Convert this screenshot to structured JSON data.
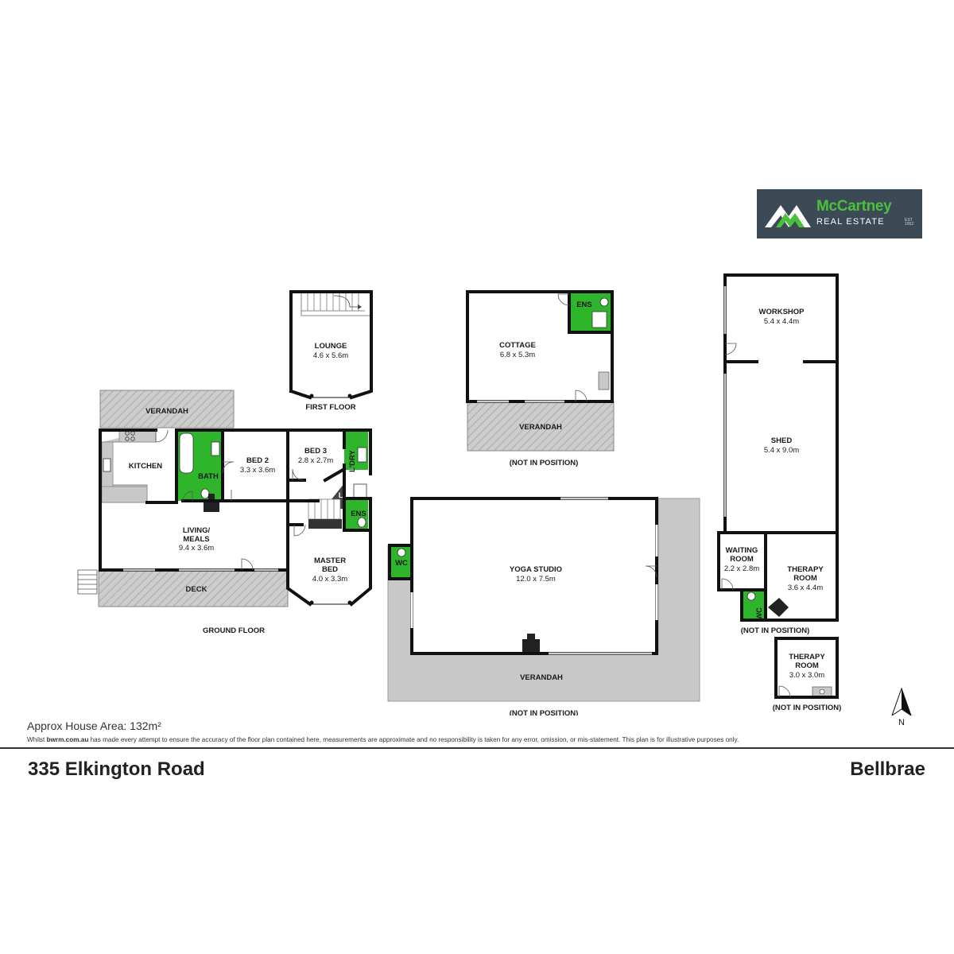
{
  "logo": {
    "brand": "McCartney",
    "sub": "REAL ESTATE",
    "est_line1": "EST",
    "est_line2": "1952"
  },
  "rooms": {
    "lounge": {
      "name": "LOUNGE",
      "size": "4.6 x 5.6m"
    },
    "verandah": "VERANDAH",
    "kitchen": "KITCHEN",
    "bath": "BATH",
    "bed2": {
      "name": "BED 2",
      "size": "3.3 x 3.6m"
    },
    "bed3": {
      "name": "BED 3",
      "size": "2.8 x 2.7m"
    },
    "ldry": "L'DRY",
    "lin": "LIN",
    "ens": "ENS",
    "living": {
      "line1": "LIVING/",
      "line2": "MEALS",
      "size": "9.4 x 3.6m"
    },
    "master": {
      "line1": "MASTER",
      "line2": "BED",
      "size": "4.0 x 3.3m"
    },
    "deck": "DECK",
    "cottage": {
      "name": "COTTAGE",
      "size": "6.8 x 5.3m"
    },
    "yoga": {
      "name": "YOGA STUDIO",
      "size": "12.0 x 7.5m"
    },
    "wc": "WC",
    "workshop": {
      "name": "WORKSHOP",
      "size": "5.4 x 4.4m"
    },
    "shed": {
      "name": "SHED",
      "size": "5.4 x 9.0m"
    },
    "waiting": {
      "line1": "WAITING",
      "line2": "ROOM",
      "size": "2.2 x 2.8m"
    },
    "therapy1": {
      "line1": "THERAPY",
      "line2": "ROOM",
      "size": "3.6 x 4.4m"
    },
    "therapy2": {
      "line1": "THERAPY",
      "line2": "ROOM",
      "size": "3.0 x 3.0m"
    }
  },
  "captions": {
    "first_floor": "FIRST FLOOR",
    "ground_floor": "GROUND FLOOR",
    "not_in_position": "(NOT IN POSITION)"
  },
  "compass": "N",
  "footer": {
    "area": "Approx House Area: 132m²",
    "disclaimer_pre": "Whilst ",
    "disclaimer_site": "bwrm.com.au",
    "disclaimer_post": " has made every attempt to ensure the accuracy of the floor plan contained here, measurements are approximate and no responsibility is taken for any error, omission, or mis-statement. This plan is for illustrative purposes only.",
    "address": "335 Elkington Road",
    "suburb": "Bellbrae"
  },
  "colors": {
    "accent_green": "#2fb52b",
    "logo_bg": "#3c4a55",
    "logo_green": "#49c13c"
  }
}
